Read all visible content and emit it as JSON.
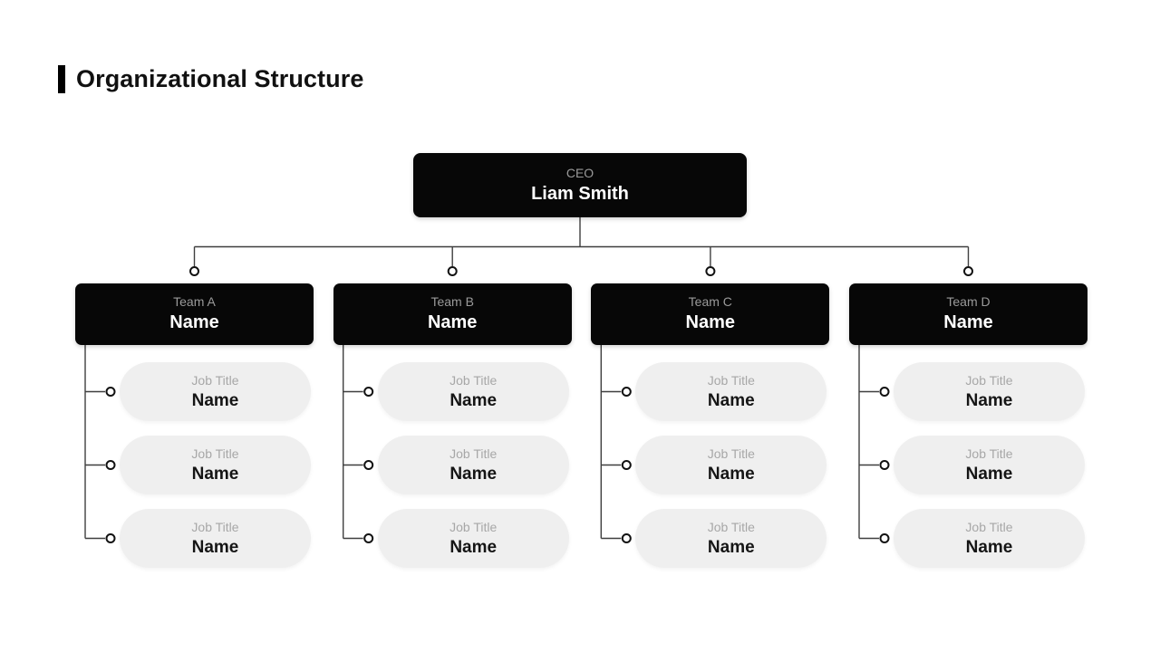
{
  "title": "Organizational Structure",
  "ceo": {
    "role": "CEO",
    "name": "Liam Smith"
  },
  "teams": [
    {
      "label": "Team A",
      "name": "Name",
      "members": [
        {
          "title": "Job Title",
          "name": "Name"
        },
        {
          "title": "Job Title",
          "name": "Name"
        },
        {
          "title": "Job Title",
          "name": "Name"
        }
      ]
    },
    {
      "label": "Team B",
      "name": "Name",
      "members": [
        {
          "title": "Job Title",
          "name": "Name"
        },
        {
          "title": "Job Title",
          "name": "Name"
        },
        {
          "title": "Job Title",
          "name": "Name"
        }
      ]
    },
    {
      "label": "Team C",
      "name": "Name",
      "members": [
        {
          "title": "Job Title",
          "name": "Name"
        },
        {
          "title": "Job Title",
          "name": "Name"
        },
        {
          "title": "Job Title",
          "name": "Name"
        }
      ]
    },
    {
      "label": "Team D",
      "name": "Name",
      "members": [
        {
          "title": "Job Title",
          "name": "Name"
        },
        {
          "title": "Job Title",
          "name": "Name"
        },
        {
          "title": "Job Title",
          "name": "Name"
        }
      ]
    }
  ],
  "colors": {
    "background": "#ffffff",
    "accent_bar": "#000000",
    "node_background": "#070707",
    "node_secondary_text": "#9a9a9a",
    "node_primary_text": "#ffffff",
    "pill_background": "#efefef",
    "pill_secondary_text": "#a7a7a7",
    "pill_primary_text": "#151515",
    "connector_line": "#3f3f3f",
    "connector_dot_stroke": "#111111",
    "connector_dot_fill": "#ffffff"
  }
}
